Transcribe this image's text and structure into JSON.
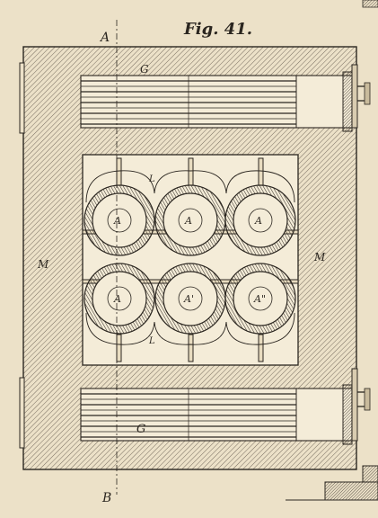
{
  "figure": {
    "title": "Fig. 41.",
    "section_top": "A",
    "section_bottom": "B",
    "label_g_top": "G",
    "label_g_bottom": "G",
    "label_m_left": "M",
    "label_m_right": "M",
    "label_l_top": "L",
    "label_l_bottom": "L",
    "retorts_row1": [
      "A",
      "A",
      "A"
    ],
    "retorts_row2": [
      "A",
      "A'",
      "A\""
    ]
  },
  "colors": {
    "paper": "#ece1c8",
    "ink": "#2b2620",
    "hatch": "#5a5145",
    "chamber": "#f4ecd8"
  }
}
